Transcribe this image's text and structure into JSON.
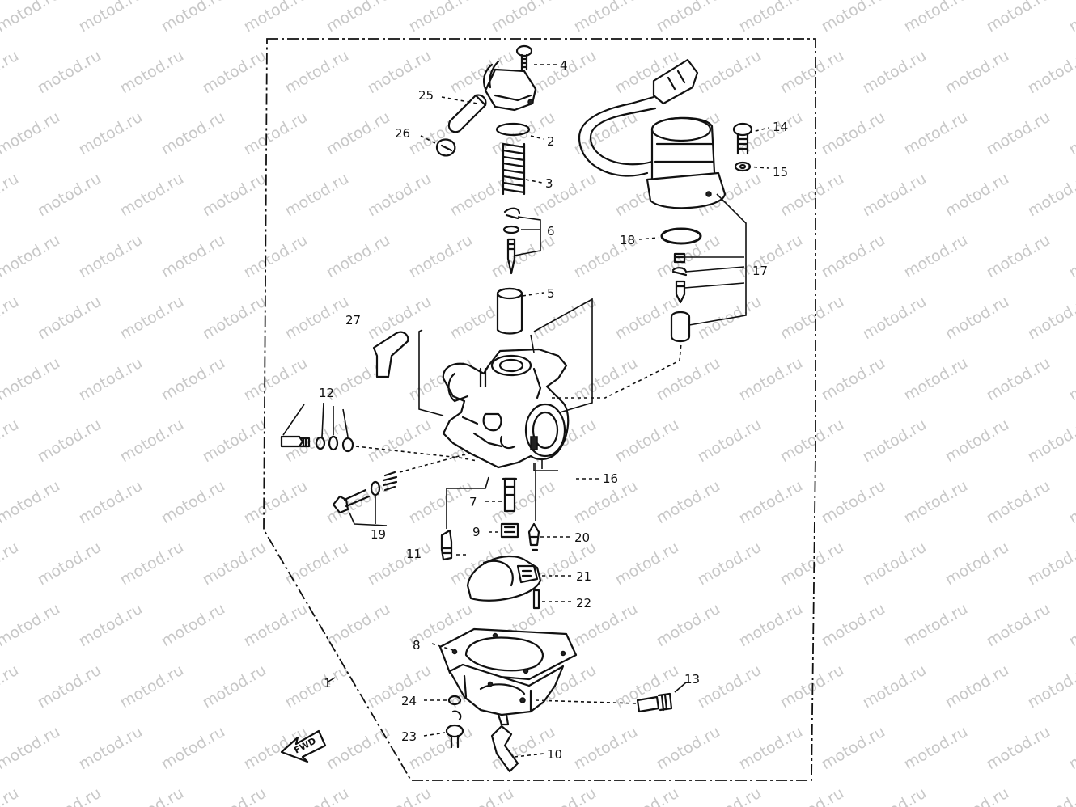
{
  "watermark": "motod.ru",
  "fwd_label": "FWD",
  "callouts": [
    {
      "id": "c1",
      "text": "1"
    },
    {
      "id": "c2",
      "text": "2"
    },
    {
      "id": "c3",
      "text": "3"
    },
    {
      "id": "c4",
      "text": "4"
    },
    {
      "id": "c5",
      "text": "5"
    },
    {
      "id": "c6",
      "text": "6"
    },
    {
      "id": "c7",
      "text": "7"
    },
    {
      "id": "c8",
      "text": "8"
    },
    {
      "id": "c9",
      "text": "9"
    },
    {
      "id": "c10",
      "text": "10"
    },
    {
      "id": "c11",
      "text": "11"
    },
    {
      "id": "c12",
      "text": "12"
    },
    {
      "id": "c13",
      "text": "13"
    },
    {
      "id": "c14",
      "text": "14"
    },
    {
      "id": "c15",
      "text": "15"
    },
    {
      "id": "c16",
      "text": "16"
    },
    {
      "id": "c17",
      "text": "17"
    },
    {
      "id": "c18",
      "text": "18"
    },
    {
      "id": "c19",
      "text": "19"
    },
    {
      "id": "c20",
      "text": "20"
    },
    {
      "id": "c21",
      "text": "21"
    },
    {
      "id": "c22",
      "text": "22"
    },
    {
      "id": "c23",
      "text": "23"
    },
    {
      "id": "c24",
      "text": "24"
    },
    {
      "id": "c25",
      "text": "25"
    },
    {
      "id": "c26",
      "text": "26"
    },
    {
      "id": "c27",
      "text": "27"
    }
  ]
}
